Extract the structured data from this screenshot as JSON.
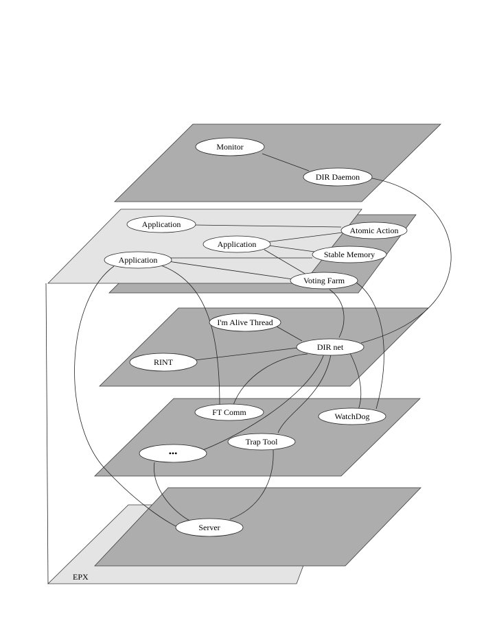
{
  "colors": {
    "dark_plane": "#adadad",
    "light_plane": "#e4e4e4",
    "outline": "#3a3a3a",
    "node_fill": "#ffffff"
  },
  "diagram": {
    "epx_label": "EPX",
    "nodes": {
      "monitor": "Monitor",
      "dir_daemon": "DIR Daemon",
      "application_1": "Application",
      "application_2": "Application",
      "application_3": "Application",
      "atomic_action": "Atomic Action",
      "stable_memory": "Stable Memory",
      "voting_farm": "Voting Farm",
      "im_alive_thread": "I'm Alive Thread",
      "rint": "RINT",
      "dir_net": "DIR net",
      "ft_comm": "FT Comm",
      "watchdog": "WatchDog",
      "trap_tool": "Trap Tool",
      "ellipsis": "•••",
      "server": "Server"
    }
  }
}
